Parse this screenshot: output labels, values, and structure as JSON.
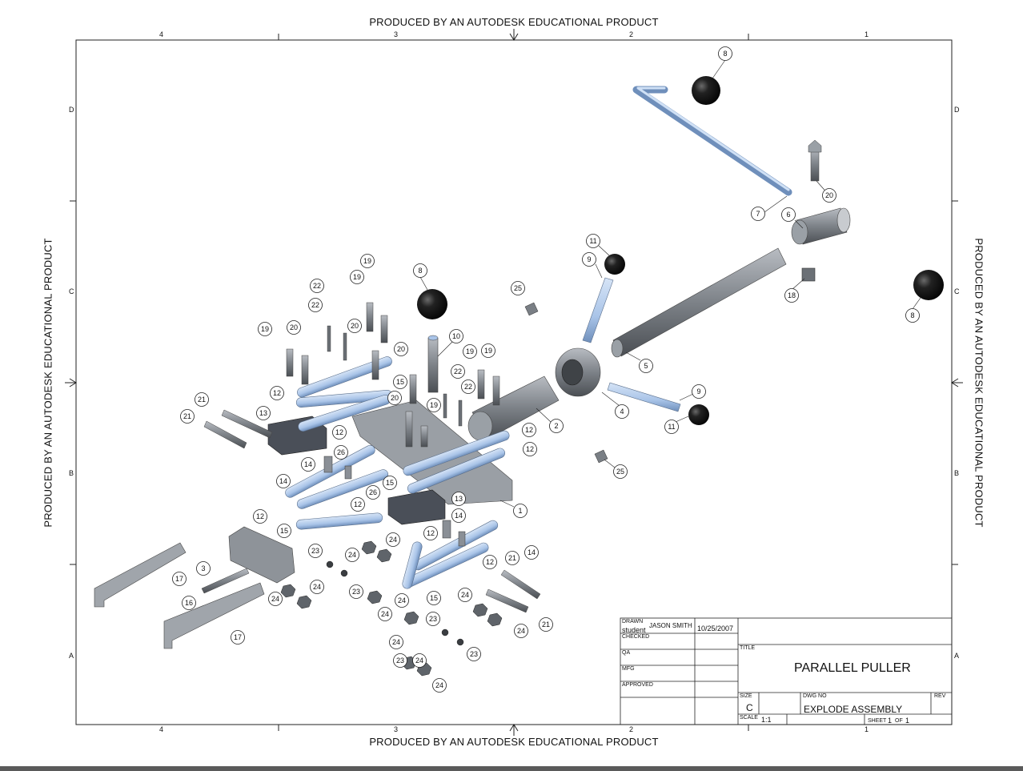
{
  "stamps": {
    "top": "PRODUCED BY AN AUTODESK EDUCATIONAL PRODUCT",
    "bottom": "PRODUCED BY AN AUTODESK EDUCATIONAL PRODUCT",
    "left": "PRODUCED BY AN AUTODESK EDUCATIONAL PRODUCT",
    "right": "PRODUCED BY AN AUTODESK EDUCATIONAL PRODUCT"
  },
  "zones": {
    "cols_top": [
      "4",
      "3",
      "2",
      "1"
    ],
    "cols_bottom": [
      "4",
      "3",
      "2",
      "1"
    ],
    "rows_left": [
      "D",
      "C",
      "B",
      "A"
    ],
    "rows_right": [
      "D",
      "C",
      "B",
      "A"
    ]
  },
  "title_block": {
    "drawn_label": "DRAWN",
    "drawn_name": "student",
    "drawn_by": "JASON SMITH",
    "date": "10/25/2007",
    "checked_label": "CHECKED",
    "qa_label": "QA",
    "mfg_label": "MFG",
    "approved_label": "APPROVED",
    "title_label": "TITLE",
    "title": "PARALLEL PULLER",
    "size_label": "SIZE",
    "size": "C",
    "dwg_no_label": "DWG NO",
    "dwg_no": "EXPLODE ASSEMBLY",
    "rev_label": "REV",
    "scale_label": "SCALE",
    "scale": "1:1",
    "sheet_label": "SHEET",
    "sheet": "1",
    "of_label": "OF",
    "of": "1"
  },
  "balloons": [
    "8",
    "20",
    "7",
    "6",
    "18",
    "8",
    "11",
    "9",
    "25",
    "5",
    "4",
    "9",
    "11",
    "2",
    "25",
    "1",
    "19",
    "19",
    "22",
    "22",
    "8",
    "19",
    "20",
    "20",
    "10",
    "19",
    "19",
    "22",
    "22",
    "20",
    "15",
    "20",
    "19",
    "21",
    "21",
    "13",
    "12",
    "12",
    "14",
    "26",
    "14",
    "12",
    "26",
    "12",
    "15",
    "13",
    "12",
    "12",
    "15",
    "14",
    "12",
    "14",
    "12",
    "21",
    "24",
    "23",
    "24",
    "3",
    "17",
    "16",
    "24",
    "24",
    "23",
    "24",
    "23",
    "24",
    "15",
    "23",
    "24",
    "24",
    "24",
    "21",
    "17",
    "24",
    "24",
    "23"
  ],
  "colors": {
    "steel": "#8a8f96",
    "steel_dark": "#55595e",
    "link_blue": "#a9c4e8",
    "knob": "#1c1c1c",
    "frame": "#222222"
  }
}
